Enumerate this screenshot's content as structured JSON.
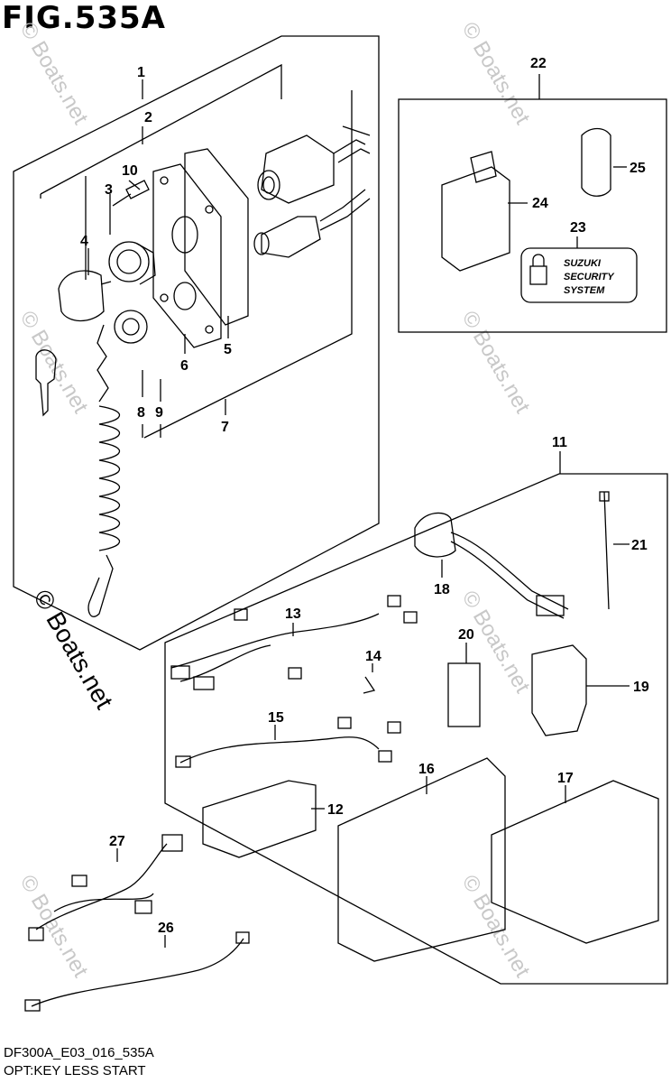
{
  "title": "FIG.535A",
  "footer": {
    "code": "DF300A_E03_016_535A",
    "description": "OPT:KEY LESS START"
  },
  "watermark": "© Boats.net",
  "logo_lines": [
    "SUZUKI",
    "SECURITY",
    "SYSTEM"
  ],
  "callouts": {
    "c1": "1",
    "c2": "2",
    "c3": "3",
    "c4": "4",
    "c5": "5",
    "c6": "6",
    "c7": "7",
    "c8": "8",
    "c9": "9",
    "c10": "10",
    "c11": "11",
    "c12": "12",
    "c13": "13",
    "c14": "14",
    "c15": "15",
    "c16": "16",
    "c17": "17",
    "c18": "18",
    "c19": "19",
    "c20": "20",
    "c21": "21",
    "c22": "22",
    "c23": "23",
    "c24": "24",
    "c25": "25",
    "c26": "26",
    "c27": "27"
  }
}
